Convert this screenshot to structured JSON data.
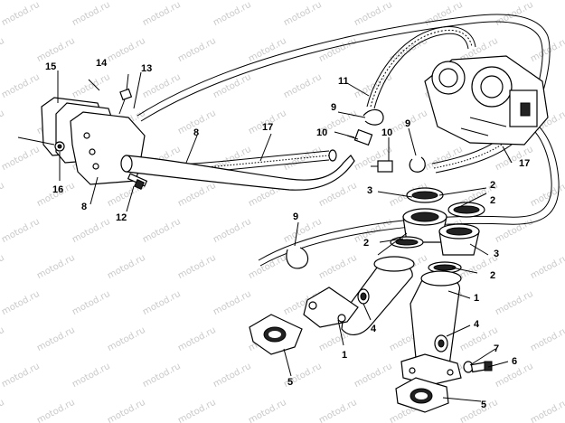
{
  "diagram": {
    "watermark_text": "motod.ru",
    "callouts": [
      "1",
      "1",
      "2",
      "2",
      "2",
      "2",
      "3",
      "3",
      "4",
      "4",
      "5",
      "5",
      "6",
      "7",
      "8",
      "8",
      "9",
      "9",
      "9",
      "10",
      "10",
      "11",
      "12",
      "13",
      "14",
      "15",
      "16",
      "17",
      "17"
    ]
  }
}
